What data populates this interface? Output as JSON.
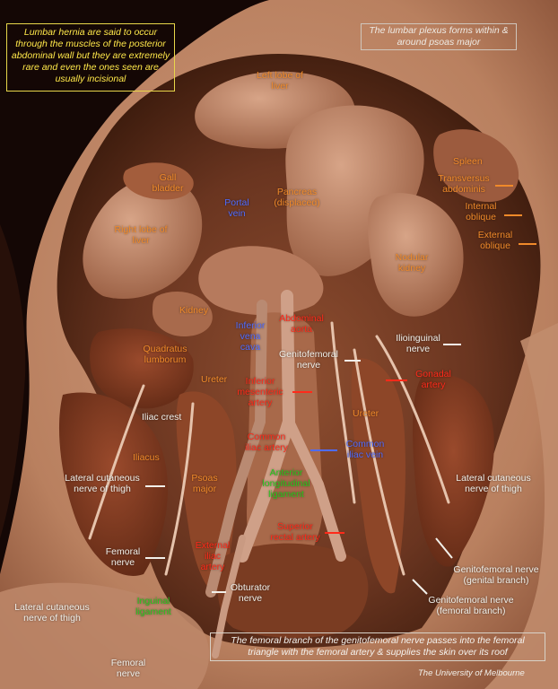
{
  "notes": {
    "hernia": "Lumbar hernia are said to occur through the muscles of the posterior abdominal wall but they are extremely rare and even the ones seen are usually incisional",
    "plexus": "The lumbar plexus forms within & around psoas major",
    "femoral": "The femoral branch of the genitofemoral nerve passes into the femoral triangle with the femoral artery & supplies the skin over its roof",
    "credit": "The University of Melbourne"
  },
  "labels": {
    "left_lobe_liver": "Left lobe of liver",
    "gall_bladder": "Gall bladder",
    "right_lobe_liver": "Right lobe of liver",
    "portal_vein": "Portal vein",
    "pancreas": "Pancreas (displaced)",
    "spleen": "Spleen",
    "transversus_abdominis": "Transversus abdominis",
    "internal_oblique": "Internal oblique",
    "external_oblique": "External oblique",
    "nodular_kidney": "Nodular kidney",
    "kidney": "Kidney",
    "inferior_vena_cava": "Inferior vena cava",
    "abdominal_aorta": "Abdominal aorta",
    "ilioinguinal_nerve": "Ilioinguinal nerve",
    "quadratus_lumborum": "Quadratus lumborum",
    "genitofemoral_nerve": "Genitofemoral nerve",
    "gonadal_artery": "Gonadal artery",
    "ureter_left": "Ureter",
    "inferior_mesenteric_artery": "Inferior mesenteric artery",
    "ureter_right": "Ureter",
    "iliac_crest": "Iliac crest",
    "common_iliac_artery": "Common iliac artery",
    "common_iliac_vein": "Common iliac vein",
    "iliacus": "Iliacus",
    "lateral_cutaneous_nerve_thigh_left": "Lateral cutaneous nerve of thigh",
    "psoas_major": "Psoas major",
    "anterior_longitudinal_ligament": "Anterior longitudinal ligament",
    "lateral_cutaneous_nerve_thigh_right": "Lateral cutaneous nerve of thigh",
    "superior_rectal_artery": "Superior rectal artery",
    "femoral_nerve_upper": "Femoral nerve",
    "external_iliac_artery": "External iliac artery",
    "genitofemoral_genital": "Genitofemoral nerve (genital branch)",
    "obturator_nerve": "Obturator nerve",
    "inguinal_ligament": "Inguinal ligament",
    "genitofemoral_femoral": "Genitofemoral nerve (femoral branch)",
    "lateral_cutaneous_nerve_thigh_lower": "Lateral cutaneous nerve of thigh",
    "femoral_nerve_lower": "Femoral nerve"
  },
  "colors": {
    "orange_label": "#f08a2a",
    "red_label": "#ff2a1a",
    "blue_label": "#4f6cff",
    "green_label": "#26c81c",
    "white_label": "#f2f0ea",
    "yellow_note": "#ffe84a",
    "tissue": "#b8745a",
    "background": "#140705"
  }
}
